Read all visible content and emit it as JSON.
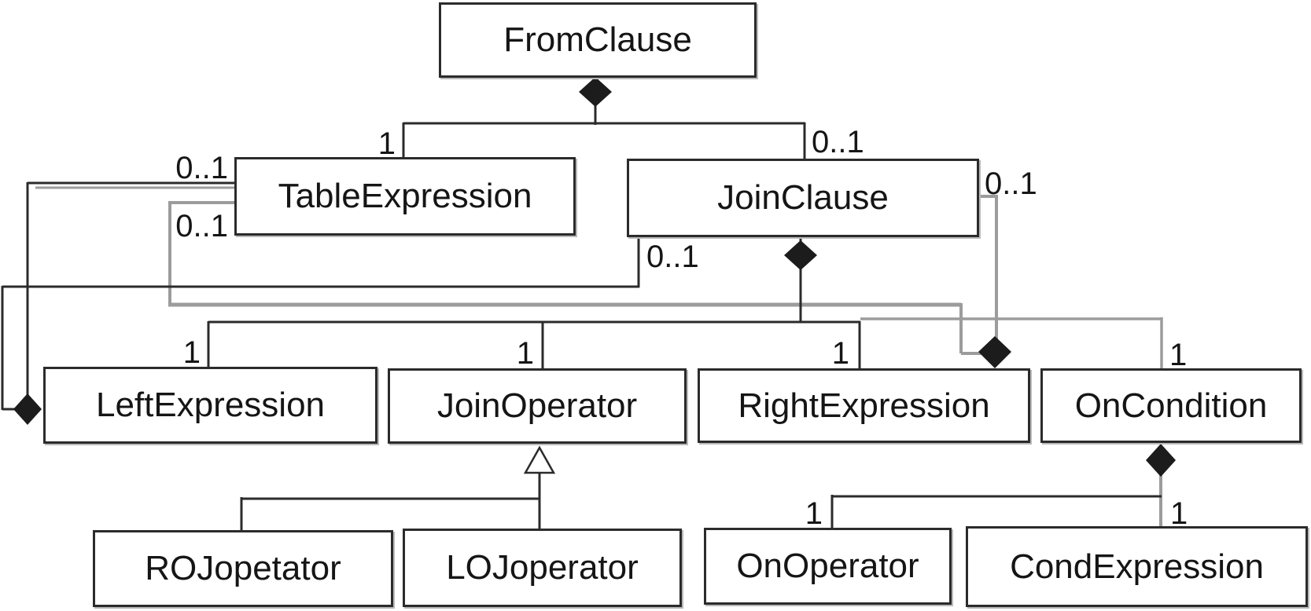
{
  "diagram": {
    "type": "uml-class-diagram",
    "classes": [
      {
        "id": "from-clause",
        "label": "FromClause"
      },
      {
        "id": "table-expression",
        "label": "TableExpression"
      },
      {
        "id": "join-clause",
        "label": "JoinClause"
      },
      {
        "id": "left-expression",
        "label": "LeftExpression"
      },
      {
        "id": "join-operator",
        "label": "JoinOperator"
      },
      {
        "id": "right-expression",
        "label": "RightExpression"
      },
      {
        "id": "on-condition",
        "label": "OnCondition"
      },
      {
        "id": "roj-opetator",
        "label": "ROJopetator"
      },
      {
        "id": "loj-operator",
        "label": "LOJoperator"
      },
      {
        "id": "on-operator",
        "label": "OnOperator"
      },
      {
        "id": "cond-expression",
        "label": "CondExpression"
      }
    ],
    "multiplicities": [
      {
        "id": "m-fromclause-tableexpression",
        "text": "1"
      },
      {
        "id": "m-fromclause-joinclause",
        "text": "0..1"
      },
      {
        "id": "m-leftexpr-tableexpression",
        "text": "0..1"
      },
      {
        "id": "m-rightexpr-tableexpression",
        "text": "0..1"
      },
      {
        "id": "m-leftexpr-joinclause",
        "text": "0..1"
      },
      {
        "id": "m-rightexpr-joinclause",
        "text": "0..1"
      },
      {
        "id": "m-joinclause-leftexpression",
        "text": "1"
      },
      {
        "id": "m-joinclause-joinoperator",
        "text": "1"
      },
      {
        "id": "m-joinclause-rightexpression",
        "text": "1"
      },
      {
        "id": "m-joinclause-oncondition",
        "text": "1"
      },
      {
        "id": "m-oncondition-onoperator",
        "text": "1"
      },
      {
        "id": "m-oncondition-condexpression",
        "text": "1"
      }
    ],
    "relationships": [
      {
        "type": "composition",
        "owner": "FromClause",
        "part": "TableExpression",
        "multiplicity": "1"
      },
      {
        "type": "composition",
        "owner": "FromClause",
        "part": "JoinClause",
        "multiplicity": "0..1"
      },
      {
        "type": "composition",
        "owner": "JoinClause",
        "part": "LeftExpression",
        "multiplicity": "1"
      },
      {
        "type": "composition",
        "owner": "JoinClause",
        "part": "JoinOperator",
        "multiplicity": "1"
      },
      {
        "type": "composition",
        "owner": "JoinClause",
        "part": "RightExpression",
        "multiplicity": "1"
      },
      {
        "type": "composition",
        "owner": "JoinClause",
        "part": "OnCondition",
        "multiplicity": "1"
      },
      {
        "type": "composition",
        "owner": "LeftExpression",
        "part": "TableExpression",
        "multiplicity": "0..1"
      },
      {
        "type": "composition",
        "owner": "LeftExpression",
        "part": "JoinClause",
        "multiplicity": "0..1"
      },
      {
        "type": "composition",
        "owner": "RightExpression",
        "part": "TableExpression",
        "multiplicity": "0..1"
      },
      {
        "type": "composition",
        "owner": "RightExpression",
        "part": "JoinClause",
        "multiplicity": "0..1"
      },
      {
        "type": "composition",
        "owner": "OnCondition",
        "part": "OnOperator",
        "multiplicity": "1"
      },
      {
        "type": "composition",
        "owner": "OnCondition",
        "part": "CondExpression",
        "multiplicity": "1"
      },
      {
        "type": "generalization",
        "parent": "JoinOperator",
        "child": "ROJopetator"
      },
      {
        "type": "generalization",
        "parent": "JoinOperator",
        "child": "LOJoperator"
      }
    ],
    "colors": {
      "line_dark": "#2b2b2b",
      "line_gray": "#9c9c9c",
      "diamond_fill": "#1c1c1c",
      "text": "#151515",
      "background": "#ffffff"
    }
  }
}
